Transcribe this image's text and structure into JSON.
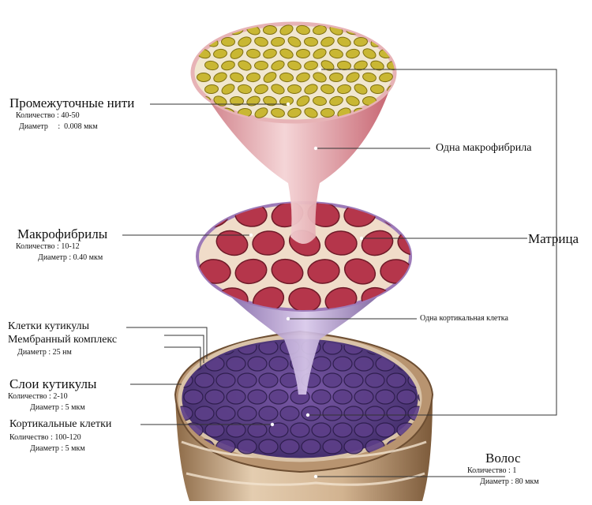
{
  "labels": {
    "intermediate_filaments": {
      "title": "Промежуточные нити",
      "count": "Количество : 40-50",
      "diameter": "Диаметр     :  0.008 мкм"
    },
    "one_macrofibril": "Одна макрофибрила",
    "macrofibrils": {
      "title": "Макрофибрилы",
      "count": "Количество : 10-12",
      "diameter": "Диаметр :  0.40 мкм"
    },
    "matrix": "Матрица",
    "one_cortical_cell": "Одна кортикальная клетка",
    "cuticle_cells": "Клетки кутикулы",
    "membrane_complex": "Мембранный комплекс",
    "membrane_diameter": "Диаметр : 25 нм",
    "cuticle_layers": {
      "title": "Слои кутикулы",
      "count": "Количество :  2-10",
      "diameter": "Диаметр : 5 мкм"
    },
    "cortical_cells": {
      "title": "Кортикальные клетки",
      "count": "Количество :  100-120",
      "diameter": "Диаметр :  5 мкм"
    },
    "hair": {
      "title": "Волос",
      "count": "Количество :  1",
      "diameter": "Диаметр :  80 мкм"
    }
  },
  "colors": {
    "filament_fill": "#c9b733",
    "filament_bg": "#f1e7cf",
    "macrofibril_fill": "#b5364b",
    "cone_pink": "#e3a0a6",
    "cone_purple": "#8a6bb0",
    "cortex_purple": "#5c3f88",
    "cuticle_tan": "#c9a784",
    "line": "#333333"
  }
}
